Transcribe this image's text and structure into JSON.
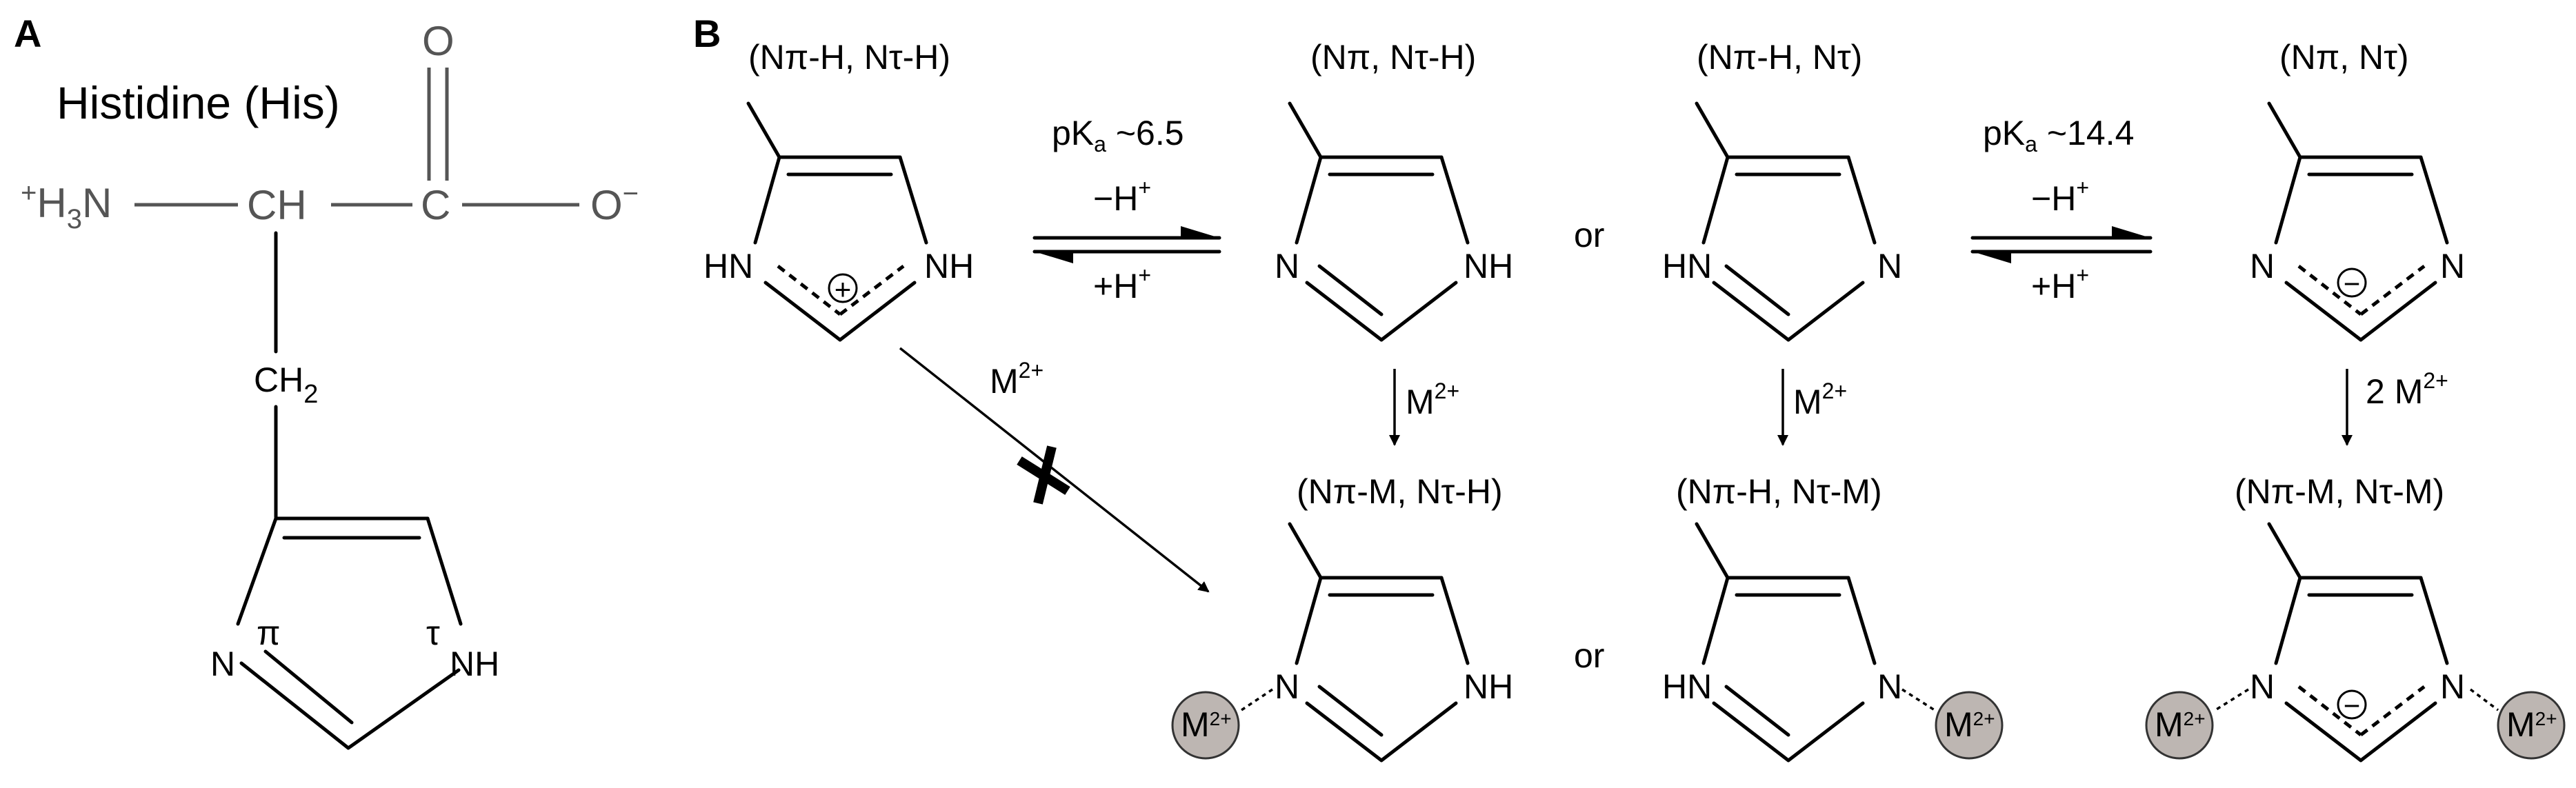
{
  "panel_a": {
    "label": "A",
    "title": "Histidine (His)",
    "backbone": {
      "amine_sup": "+",
      "amine_h": "H",
      "amine_sub": "3",
      "amine_n": "N",
      "alpha": "CH",
      "carbonyl_c": "C",
      "carbonyl_o": "O",
      "oxide": "O",
      "oxide_sup": "−",
      "methylene": "CH",
      "methylene_sub": "2"
    },
    "ring": {
      "n_pi": "N",
      "pi_label": "π",
      "tau_label": "τ",
      "n_tau_h": "NH"
    }
  },
  "panel_b": {
    "label": "B",
    "states": {
      "s1": "(Nπ-H, Nτ-H)",
      "s2": "(Nπ, Nτ-H)",
      "s3": "(Nπ-H, Nτ)",
      "s4": "(Nπ, Nτ)",
      "m1": "(Nπ-M, Nτ-H)",
      "m2": "(Nπ-H, Nτ-M)",
      "m3": "(Nπ-M, Nτ-M)"
    },
    "equilibria": {
      "pka1_prefix": "pK",
      "pka1_sub": "a",
      "pka1_value": " ~6.5",
      "pka2_prefix": "pK",
      "pka2_sub": "a",
      "pka2_value": " ~14.4",
      "minus_h": "−H",
      "plus_h": "+H",
      "h_sup": "+"
    },
    "connector_or": "or",
    "metal": "M",
    "metal_sup": "2+",
    "metal_arrow_2": "2 M",
    "atoms": {
      "hn": "HN",
      "nh": "NH",
      "n": "N"
    },
    "charge_plus": "+",
    "charge_minus": "−"
  }
}
